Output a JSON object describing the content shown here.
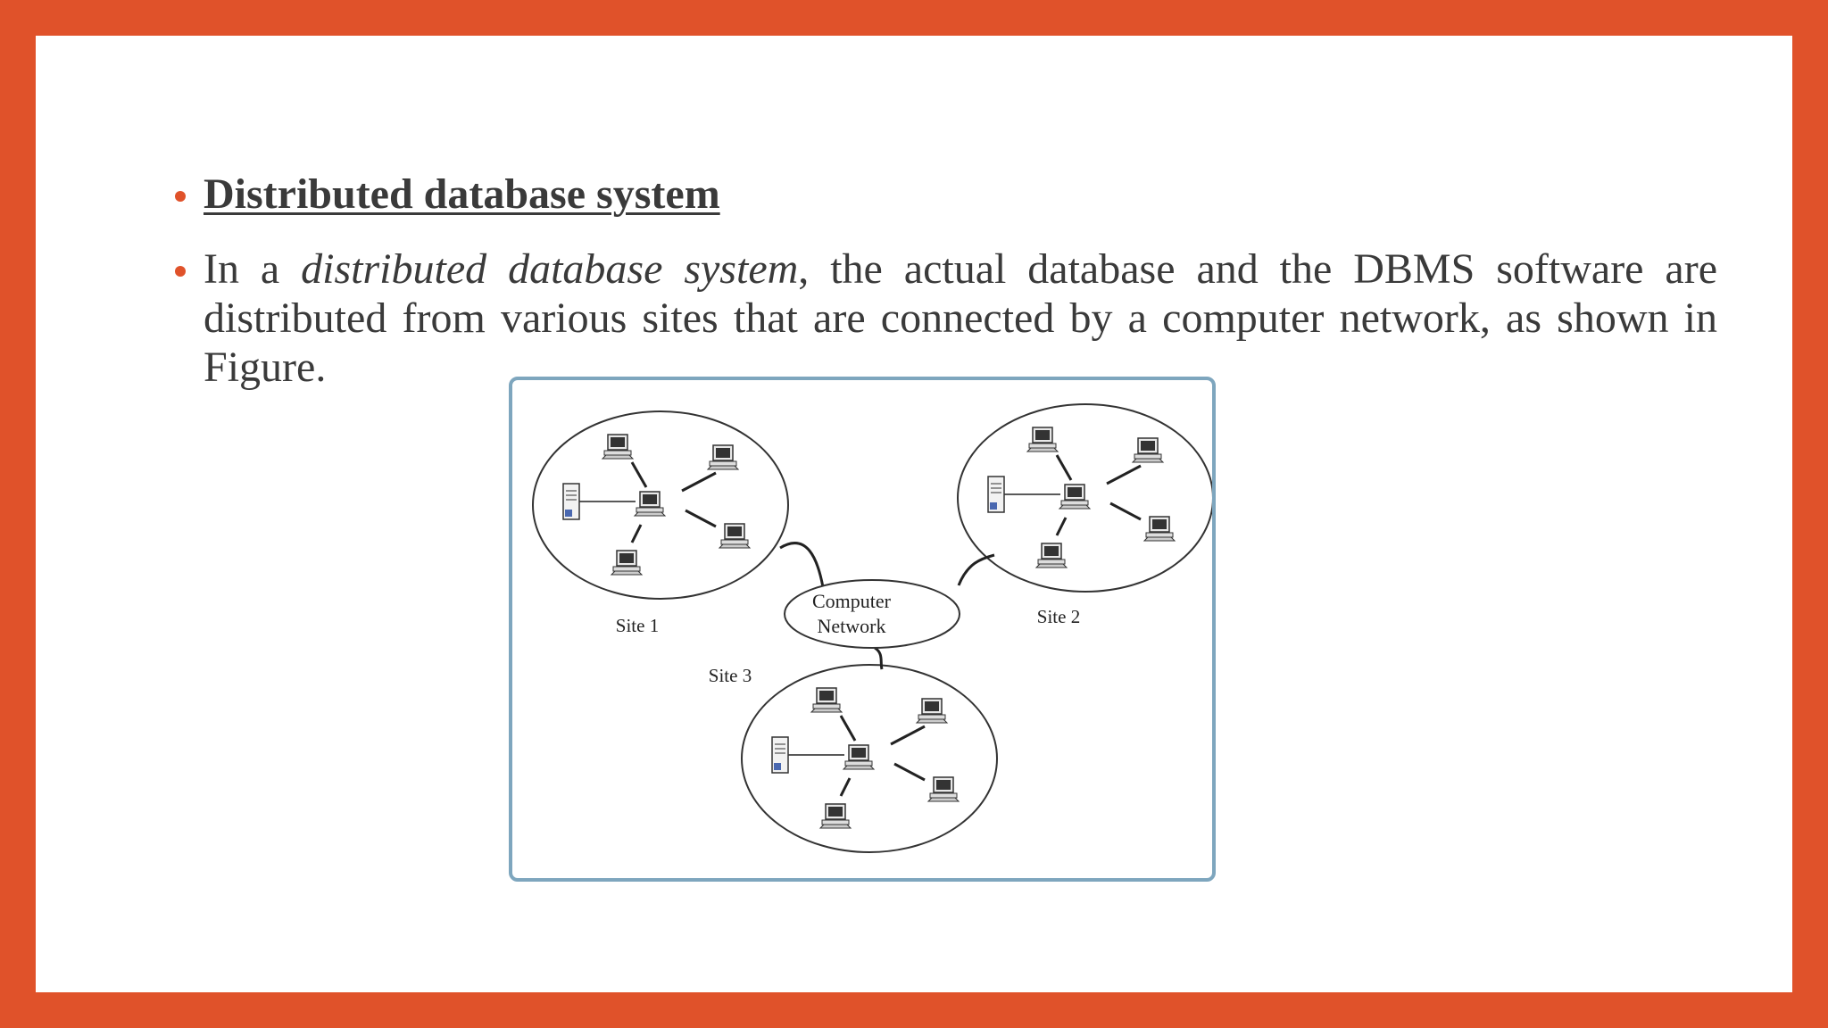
{
  "slide": {
    "heading": "Distributed database system",
    "body": {
      "lead": "In a ",
      "emphasis": "distributed database system",
      "rest": ", the actual database and the DBMS software are distributed from various sites that are connected by a computer network, as shown in Figure."
    }
  },
  "figure": {
    "network_label_line1": "Computer",
    "network_label_line2": "Network",
    "sites": [
      {
        "label": "Site 1"
      },
      {
        "label": "Site 2"
      },
      {
        "label": "Site 3"
      }
    ]
  },
  "colors": {
    "frame": "#E0522A",
    "text": "#3A3A3A",
    "figure_border": "#7EA6BE"
  }
}
